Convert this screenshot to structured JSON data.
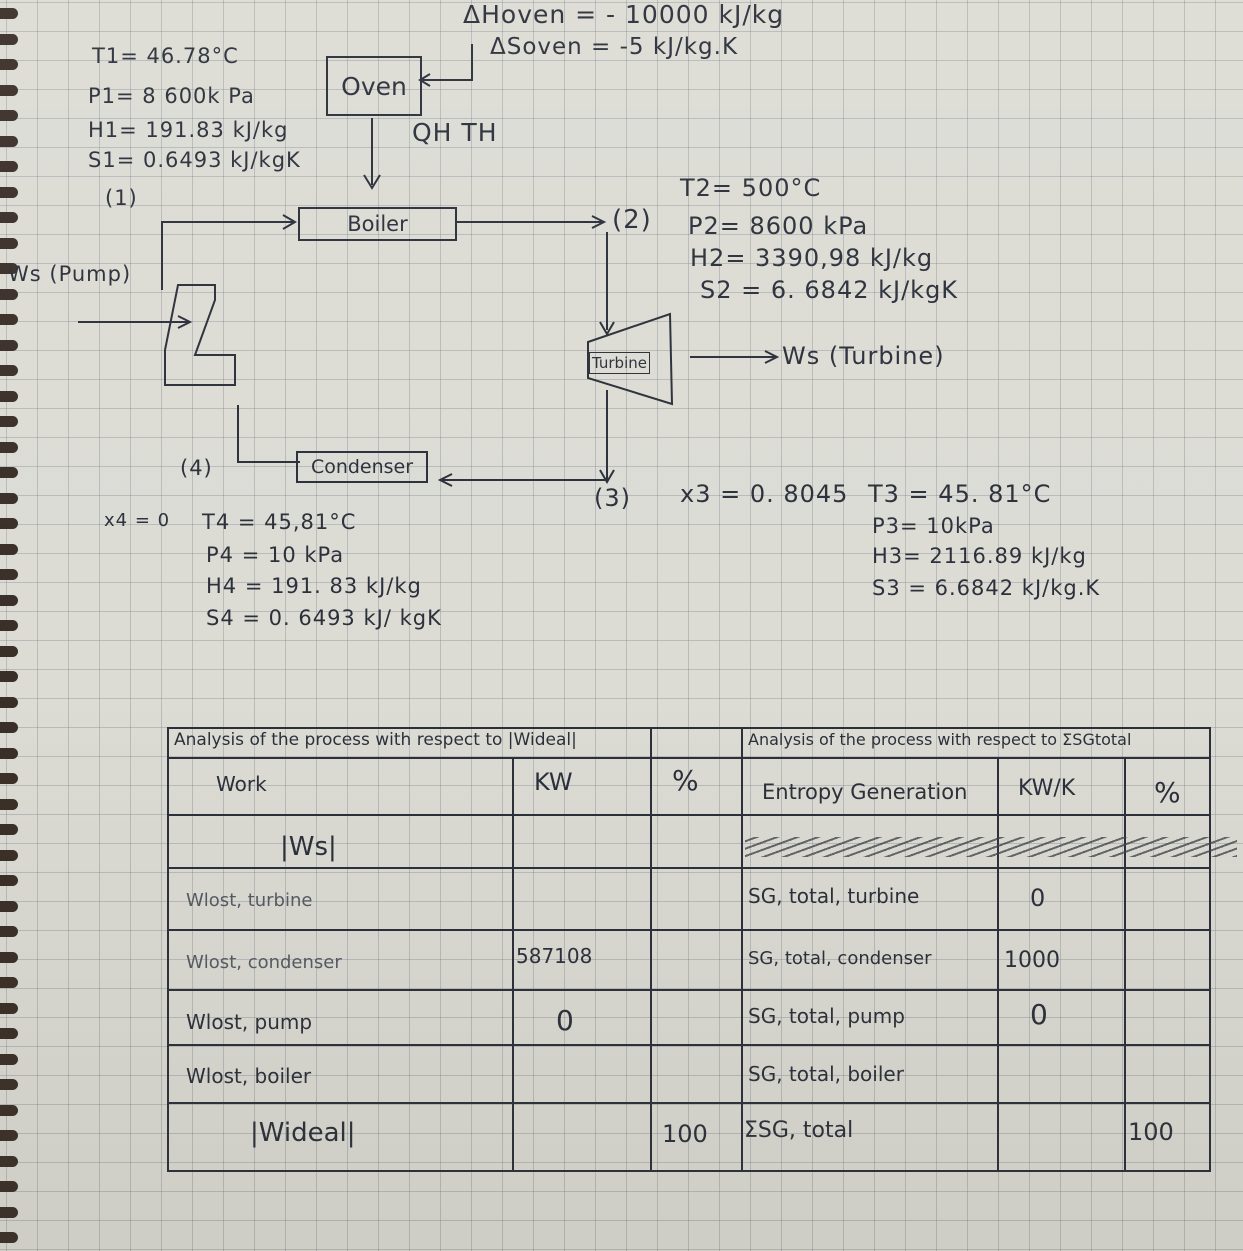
{
  "header": {
    "dh_oven": "ΔHoven = - 10000 kJ/kg",
    "ds_oven": "ΔSoven = -5 kJ/kg.K"
  },
  "state1": {
    "t1": "T1= 46.78°C",
    "p1": "P1= 8 600k Pa",
    "h1": "H1= 191.83 kJ/kg",
    "s1": "S1= 0.6493 kJ/kgK",
    "label": "(1)"
  },
  "components": {
    "oven": "Oven",
    "boiler": "Boiler",
    "turbine": "Turbine",
    "condenser": "Condenser",
    "qh_th": "QH  TH",
    "ws_pump": "Ws (Pump)",
    "ws_turbine": "Ws (Turbine)"
  },
  "state2": {
    "label": "(2)",
    "t2": "T2= 500°C",
    "p2": "P2= 8600 kPa",
    "h2": "H2= 3390,98 kJ/kg",
    "s2": "S2 = 6. 6842 kJ/kgK"
  },
  "state3": {
    "label": "(3)",
    "x3": "x3 = 0. 8045",
    "t3": "T3 = 45. 81°C",
    "p3": "P3= 10kPa",
    "h3": "H3= 2116.89 kJ/kg",
    "s3": "S3 = 6.6842 kJ/kg.K"
  },
  "state4": {
    "label": "(4)",
    "x4": "x4 = 0",
    "t4": "T4 = 45,81°C",
    "p4": "P4 = 10 kPa",
    "h4": "H4 = 191. 83 kJ/kg",
    "s4": "S4 = 0. 6493 kJ/ kgK"
  },
  "table": {
    "left_title": "Analysis of the process with respect to |Wideal|",
    "right_title": "Analysis of the process with respect to ΣSGtotal",
    "headers": [
      "Work",
      "KW",
      "%",
      "Entropy Generation",
      "KW/K",
      "%"
    ],
    "rows": [
      {
        "work": "|Ws|",
        "kw": "",
        "pct": "",
        "gen": "",
        "kwk": "",
        "pct2": ""
      },
      {
        "work": "Wlost, turbine",
        "kw": "",
        "pct": "",
        "gen": "SG, total, turbine",
        "kwk": "0",
        "pct2": ""
      },
      {
        "work": "Wlost, condenser",
        "kw": "587108",
        "pct": "",
        "gen": "SG, total, condenser",
        "kwk": "1000",
        "pct2": ""
      },
      {
        "work": "Wlost, pump",
        "kw": "0",
        "pct": "",
        "gen": "SG, total, pump",
        "kwk": "0",
        "pct2": ""
      },
      {
        "work": "Wlost, boiler",
        "kw": "",
        "pct": "",
        "gen": "SG, total, boiler",
        "kwk": "",
        "pct2": ""
      },
      {
        "work": "|Wideal|",
        "kw": "",
        "pct": "100",
        "gen": "ΣSG, total",
        "kwk": "",
        "pct2": "100"
      }
    ]
  }
}
